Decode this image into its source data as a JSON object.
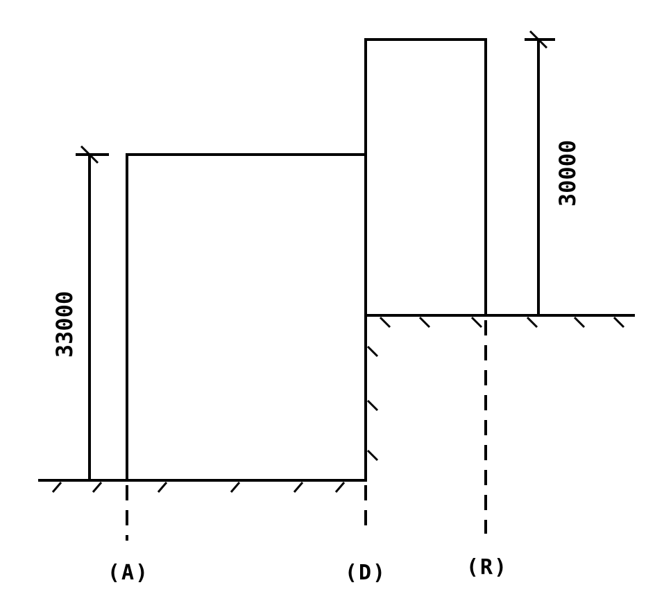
{
  "dimensions": {
    "left_height": "33000",
    "right_height": "30000"
  },
  "axes": {
    "a": "(A)",
    "d": "(D)",
    "r": "(R)"
  },
  "colors": {
    "line": "#000000",
    "background": "#ffffff"
  }
}
